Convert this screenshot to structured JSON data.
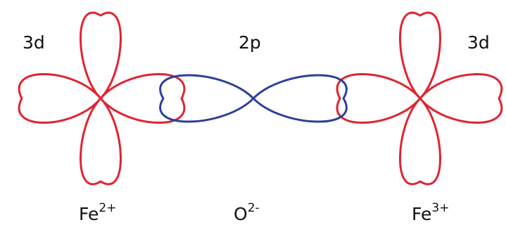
{
  "labels": {
    "left_orbital": "3d",
    "center_orbital": "2p",
    "right_orbital": "3d"
  },
  "ions": {
    "left": {
      "symbol": "Fe",
      "charge": "2+"
    },
    "center": {
      "symbol": "O",
      "charge": "2-"
    },
    "right": {
      "symbol": "Fe",
      "charge": "3+"
    }
  },
  "colors": {
    "d_orbital": "#e02430",
    "p_orbital": "#2c3f98",
    "text": "#111111"
  }
}
